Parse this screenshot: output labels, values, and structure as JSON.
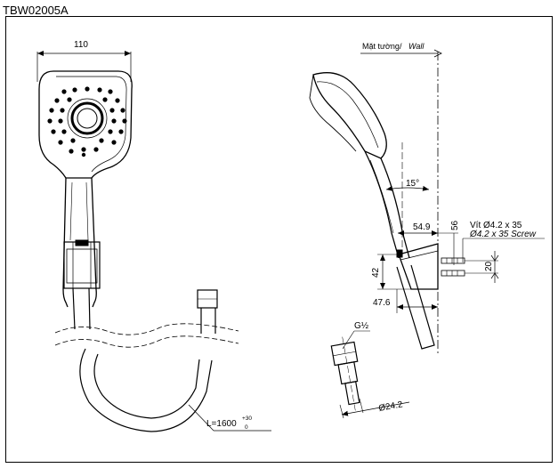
{
  "model_code": "TBW02005A",
  "dimensions": {
    "head_width": "110",
    "wall_label_vn": "Mặt tường/",
    "wall_label_en": "Wall",
    "angle": "15°",
    "offset_54": "54.9",
    "offset_56": "56",
    "holder_height": "42",
    "screw_spacing": "20",
    "offset_47": "47.6",
    "screw_vn": "Vít Ø4.2 x 35",
    "screw_en": "Ø4.2 x 35 Screw",
    "thread": "G½",
    "hose_diameter": "Ø24.2",
    "hose_length": "L=1600",
    "tol_upper": "+30",
    "tol_lower": "0"
  },
  "colors": {
    "line": "#000000",
    "background": "#ffffff"
  }
}
